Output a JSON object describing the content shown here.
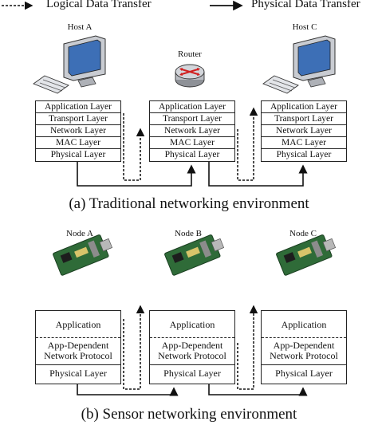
{
  "legend": {
    "logical": "Logical Data Transfer",
    "physical": "Physical Data Transfer"
  },
  "traditional": {
    "nodes": [
      "Host A",
      "Router",
      "Host C"
    ],
    "layers": [
      "Application Layer",
      "Transport Layer",
      "Network Layer",
      "MAC Layer",
      "Physical Layer"
    ],
    "caption": "(a) Traditional networking environment"
  },
  "sensor": {
    "nodes": [
      "Node A",
      "Node B",
      "Node C"
    ],
    "layers": {
      "application": "Application",
      "network": "App-Dependent Network Protocol",
      "network_line1": "App-Dependent",
      "network_line2": "Network Protocol",
      "physical": "Physical Layer"
    },
    "caption": "(b) Sensor networking environment"
  },
  "colors": {
    "line": "#111111",
    "monitor_screen": "#3d6fb6",
    "monitor_body": "#d7d9de",
    "router_body": "#b9bcc2",
    "router_arrows": "#d11f1f",
    "board": "#2f6b38"
  }
}
